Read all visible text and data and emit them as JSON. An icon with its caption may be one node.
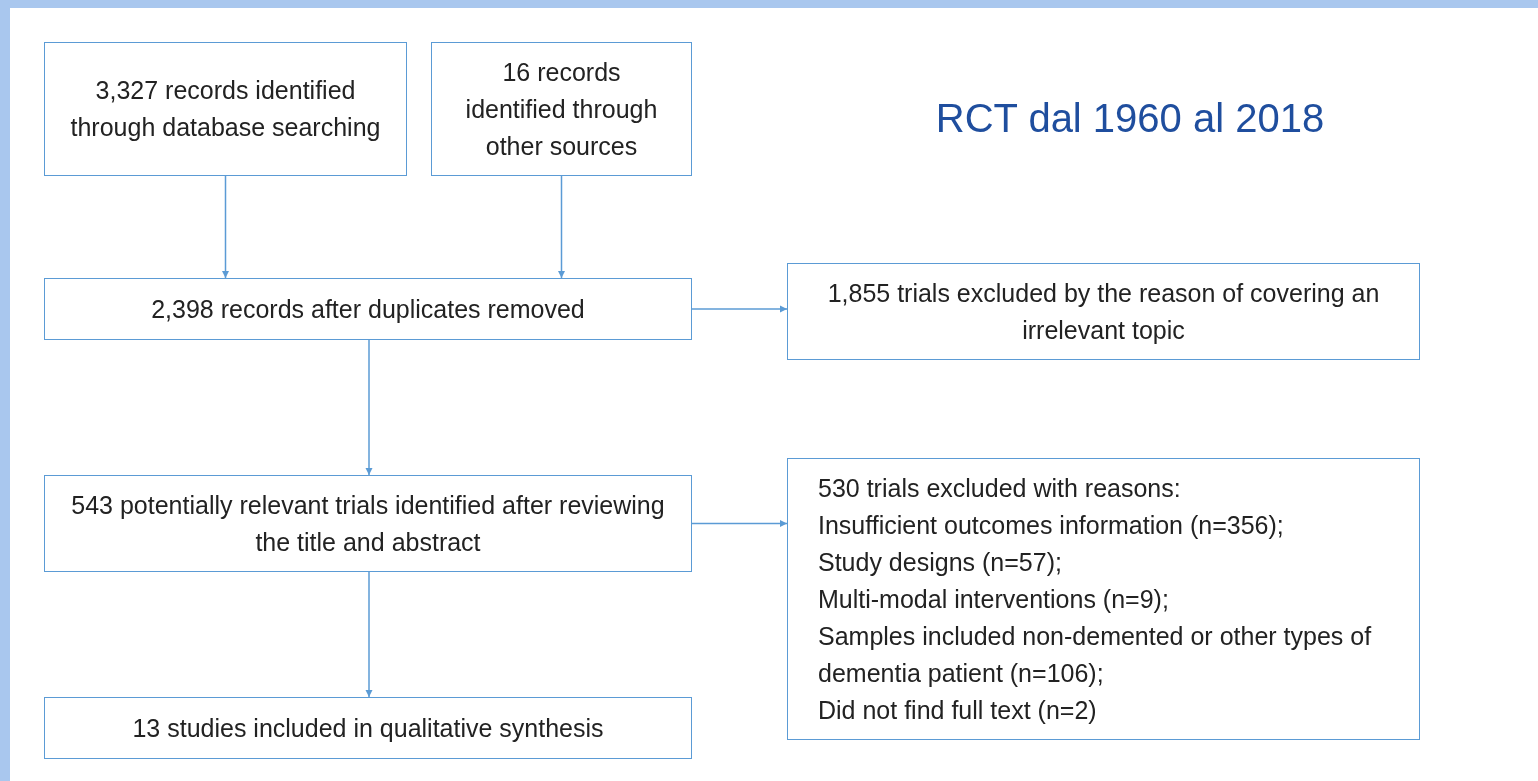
{
  "diagram": {
    "title": "RCT dal 1960 al 2018",
    "nodes": [
      {
        "text": [
          "3,327 records identified through database searching"
        ]
      },
      {
        "text": [
          "16 records identified through other sources"
        ]
      },
      {
        "text": [
          "2,398 records after duplicates removed"
        ]
      },
      {
        "text": [
          "1,855 trials excluded by the reason of covering an irrelevant topic"
        ]
      },
      {
        "text": [
          "543 potentially relevant trials identified after reviewing the title and abstract"
        ]
      },
      {
        "text": [
          "530 trials excluded with reasons:",
          "Insufficient outcomes information (n=356);",
          "Study designs (n=57);",
          "Multi-modal interventions (n=9);",
          "Samples included non-demented or other types of dementia patient (n=106);",
          "Did not find full text (n=2)"
        ]
      },
      {
        "text": [
          "13 studies included in qualitative synthesis"
        ]
      }
    ],
    "edges": [
      {
        "from": 0,
        "to": 2,
        "arrow": "to"
      },
      {
        "from": 1,
        "to": 2,
        "arrow": "to"
      },
      {
        "from": 2,
        "to": 3,
        "arrow": "to"
      },
      {
        "from": 2,
        "to": 4,
        "arrow": "to"
      },
      {
        "from": 4,
        "to": 5,
        "arrow": "to"
      },
      {
        "from": 4,
        "to": 6,
        "arrow": "to"
      }
    ]
  }
}
